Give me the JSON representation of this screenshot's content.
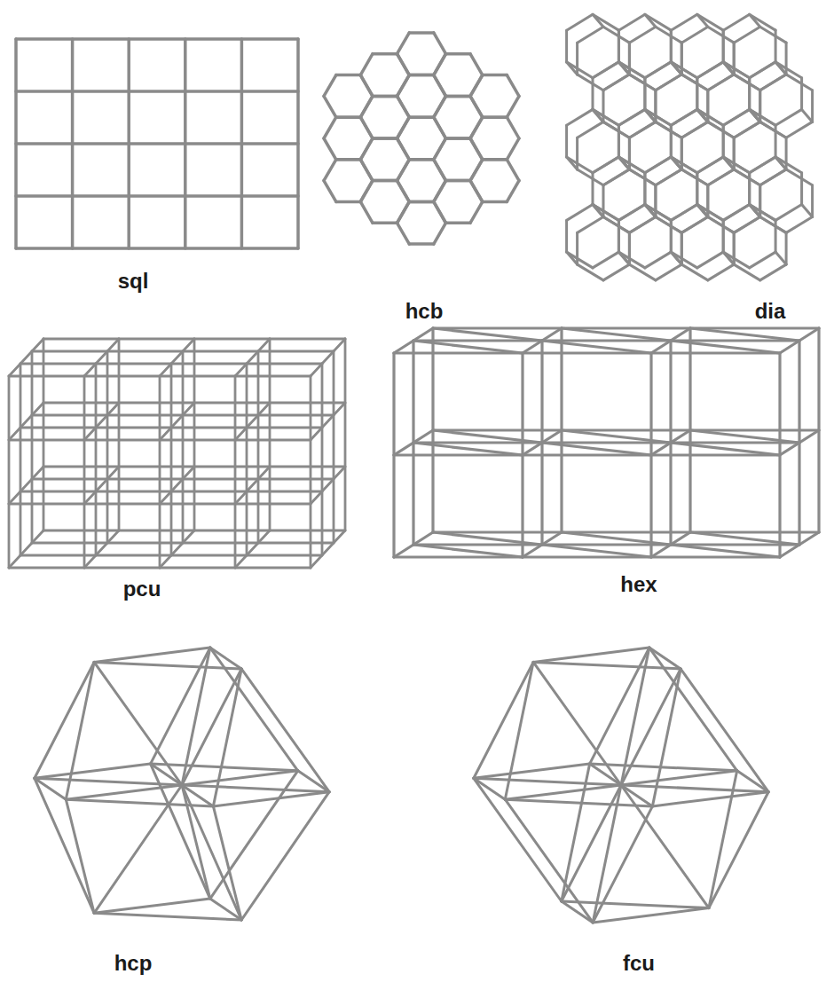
{
  "diagram": {
    "labels": [
      "sql",
      "hcb",
      "dia",
      "pcu",
      "hex",
      "hcp",
      "fcu"
    ]
  }
}
